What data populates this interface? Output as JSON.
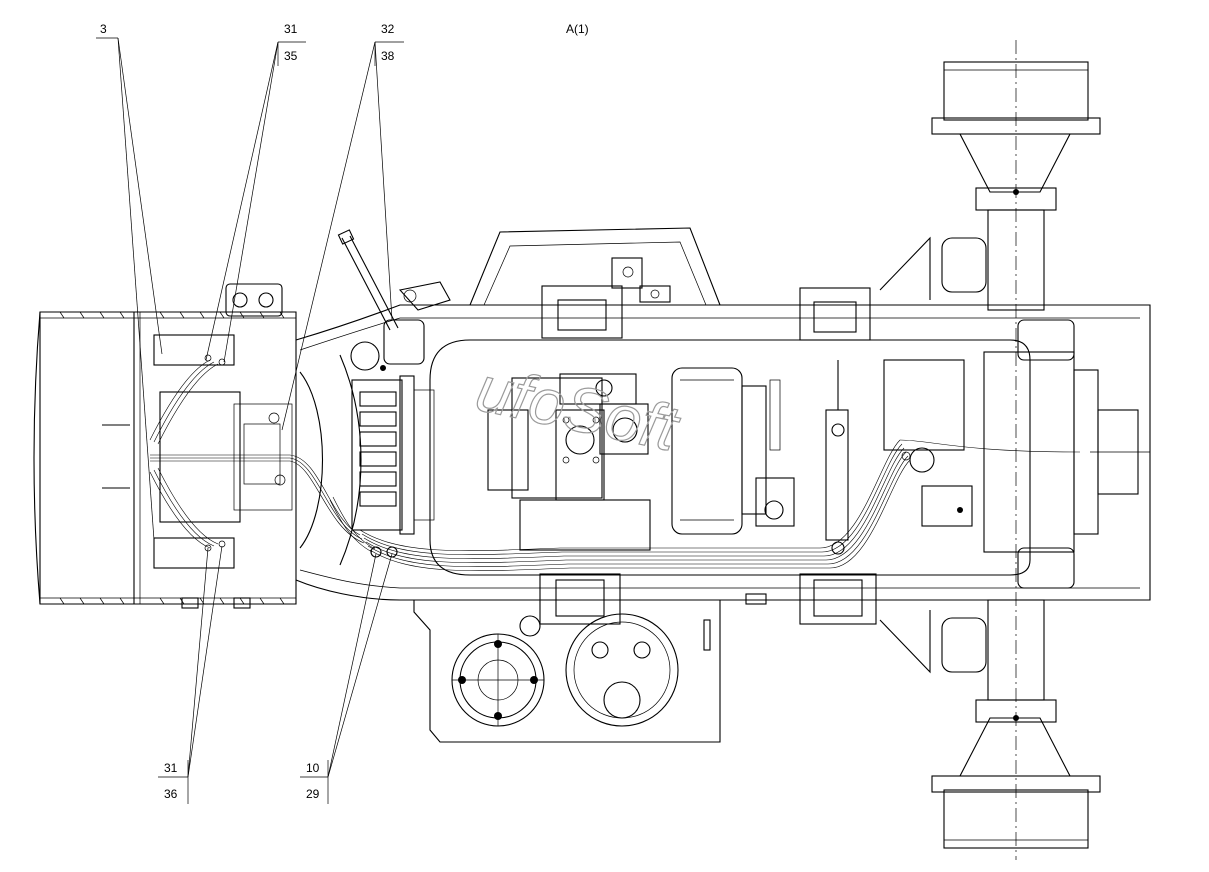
{
  "view_title": "A(1)",
  "callouts": {
    "c3": "3",
    "c31_top": "31",
    "c35": "35",
    "c32": "32",
    "c38": "38",
    "c31_bottom": "31",
    "c36": "36",
    "c10": "10",
    "c29": "29"
  },
  "watermark": "ufoSoft"
}
